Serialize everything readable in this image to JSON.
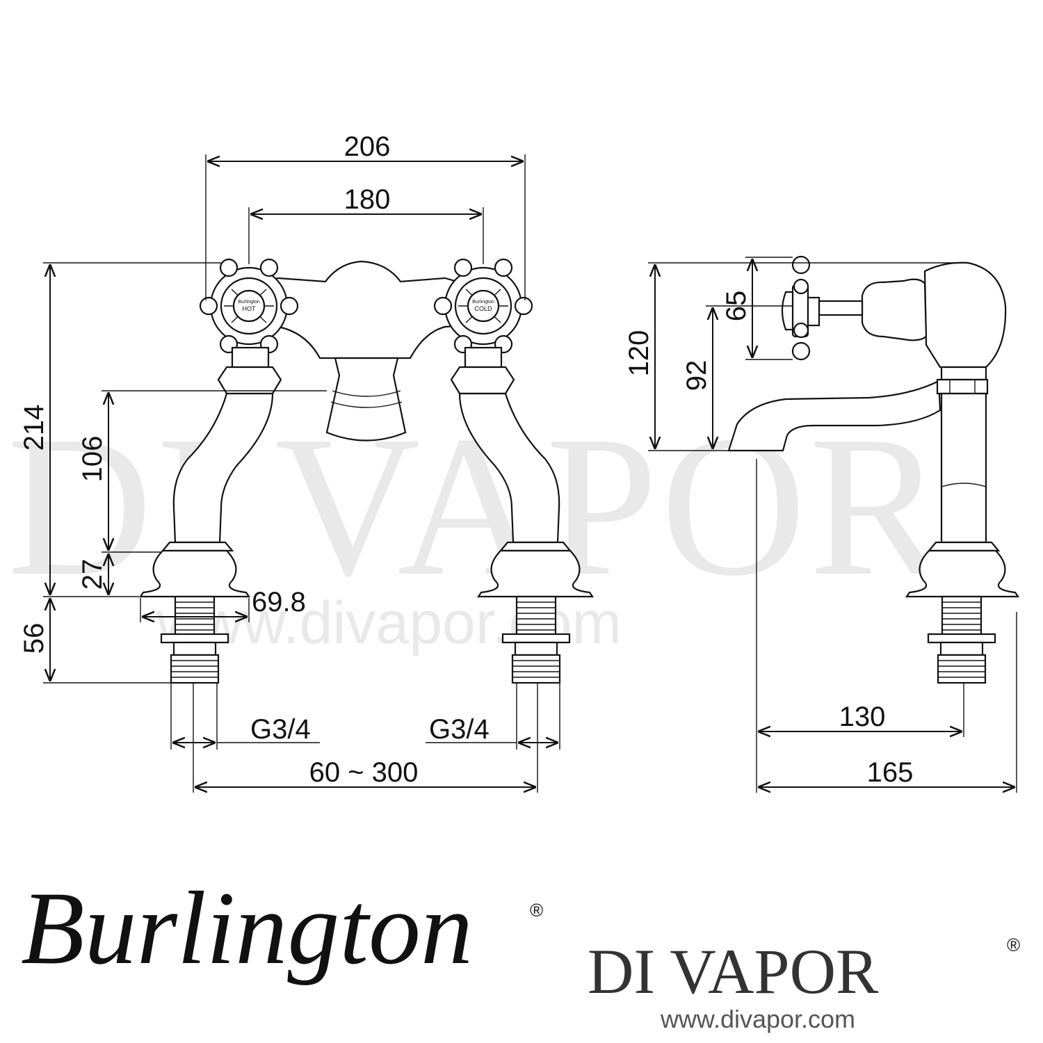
{
  "watermark": {
    "brand": "DI VAPOR",
    "reg_mark": "®",
    "url": "www.divapor.com"
  },
  "front_view": {
    "width_overall": "206",
    "handle_centres": "180",
    "height_overall": "214",
    "spout_drop": "106",
    "base_height": "27",
    "tail_length": "56",
    "base_diameter": "69.8",
    "thread_left": "G3/4",
    "thread_right": "G3/4",
    "centres_range": "60 ~ 300",
    "hot_label": "HOT",
    "cold_label": "COLD",
    "handle_brand_text": "Burlington"
  },
  "side_view": {
    "body_height": "120",
    "spout_height": "92",
    "handle_height": "65",
    "projection_inner": "130",
    "projection_overall": "165"
  },
  "footer": {
    "brand_logo": "Burlington",
    "brand_reg": "®",
    "dealer_logo": "DI VAPOR",
    "dealer_reg": "®",
    "dealer_url": "www.divapor.com"
  }
}
